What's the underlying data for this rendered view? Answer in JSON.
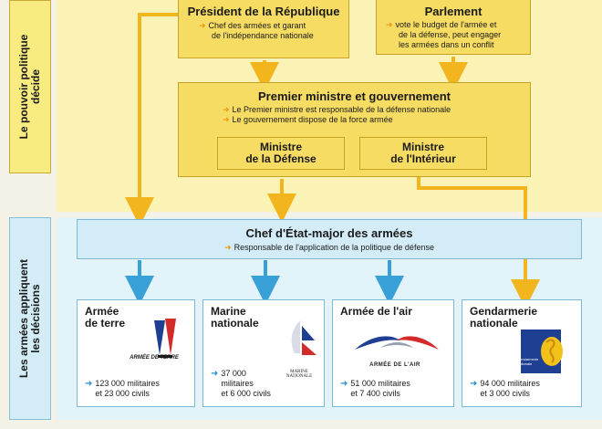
{
  "side": {
    "political": "Le pouvoir politique\ndécide",
    "military": "Les armées appliquent\nles décisions"
  },
  "president": {
    "title": "Président de la République",
    "desc_line1": "Chef des armées et garant",
    "desc_line2": "de l'indépendance nationale"
  },
  "parlement": {
    "title": "Parlement",
    "desc_line1": "vote le budget de l'armée et",
    "desc_line2": "de la défense, peut engager",
    "desc_line3": "les armées dans un conflit"
  },
  "gouvernement": {
    "title": "Premier ministre et gouvernement",
    "line1": "Le Premier ministre est responsable de la défense nationale",
    "line2": "Le gouvernement dispose de la force armée",
    "ministre_defense": "Ministre\nde la Défense",
    "ministre_interieur": "Ministre\nde l'Intérieur"
  },
  "chef": {
    "title": "Chef d'État-major des armées",
    "desc": "Responsable de l'application de la politique de défense"
  },
  "forces": [
    {
      "title": "Armée\nde terre",
      "logo_text": "ARMÉE DE TERRE",
      "stats": "123 000 militaires\net 23 000 civils"
    },
    {
      "title": "Marine\nnationale",
      "logo_text": "MARINE\nNATIONALE",
      "stats": "37 000\nmilitaires\net 6 000 civils"
    },
    {
      "title": "Armée de l'air",
      "logo_text": "ARMÉE DE L'AIR",
      "stats": "51 000 militaires\net 7 400 civils"
    },
    {
      "title": "Gendarmerie\nnationale",
      "logo_text": "Gendarmerie\nnationale",
      "stats": "94 000 militaires\net 3 000 civils"
    }
  ],
  "colors": {
    "arrow_yellow": "#f2b51e",
    "arrow_blue": "#3aa0d8",
    "box_yellow": "#f6dc62",
    "box_blue": "#d4ecf7"
  },
  "icons": {
    "arrow": "orange-right-arrow",
    "stat_arrow": "blue-right-arrow"
  }
}
